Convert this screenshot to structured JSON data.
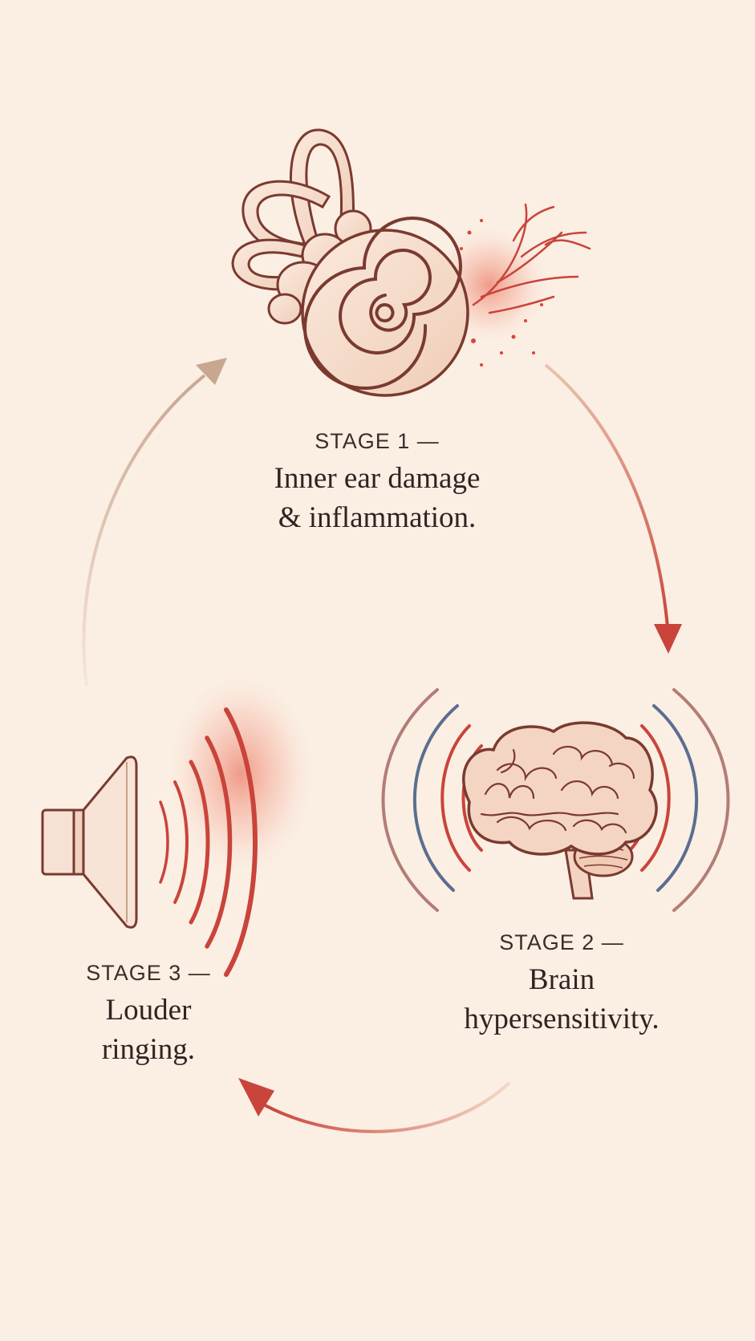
{
  "stages": [
    {
      "number": "STAGE 1 —",
      "lines": [
        "Inner ear damage",
        "& inflammation."
      ]
    },
    {
      "number": "STAGE 2 —",
      "lines": [
        "Brain",
        "hypersensitivity."
      ]
    },
    {
      "number": "STAGE 3 —",
      "lines": [
        "Louder",
        "ringing."
      ]
    }
  ],
  "icons": [
    "inner-ear-icon",
    "brain-icon",
    "speaker-icon"
  ],
  "colors": {
    "background": "#fbeee3",
    "accent_red": "#c9443a",
    "arrow_tan": "#c9a690",
    "outline": "#7a3a30",
    "fill_cream": "#f3dccb",
    "wave_blue": "#5b6e8f"
  }
}
